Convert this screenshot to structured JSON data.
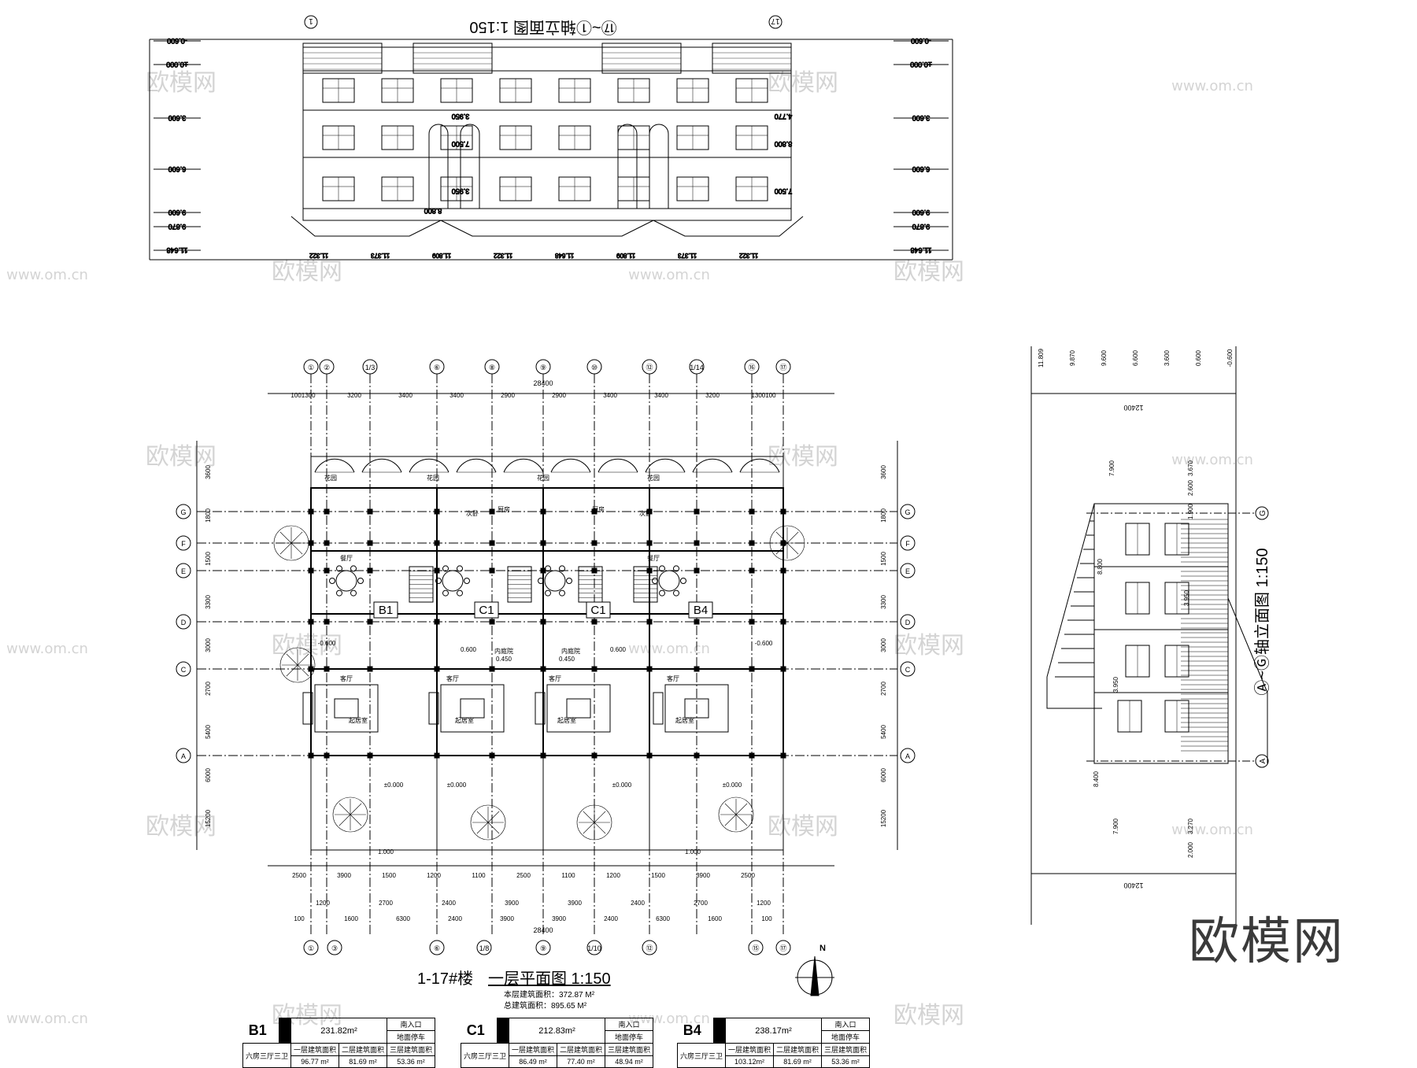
{
  "titles": {
    "elevation_top": "⑰~①轴立面图  1:150",
    "elevation_side": "Ⓐ~Ⓖ轴立面图  1:150",
    "plan_building": "1-17#楼",
    "plan_name": "一层平面图  1:150"
  },
  "areas": {
    "floor_label": "本层建筑面积：",
    "floor_value": "372.87 M²",
    "total_label": "总建筑面积：",
    "total_value": "895.65 M²"
  },
  "grid_axes": {
    "top_numbers": [
      "①",
      "②",
      "1/3",
      "⑥",
      "⑧",
      "⑨",
      "⑩",
      "⑫",
      "1/14",
      "⑯",
      "⑰"
    ],
    "bottom_numbers": [
      "①",
      "③",
      "⑥",
      "1/8",
      "⑨",
      "1/10",
      "⑫",
      "⑮",
      "⑰"
    ],
    "letters": [
      "G",
      "F",
      "E",
      "D",
      "C",
      "A"
    ]
  },
  "dimensions": {
    "top_overall": "28400",
    "top_row1": [
      "1001300",
      "3200",
      "3400",
      "3400",
      "2900",
      "2900",
      "3400",
      "3400",
      "3200",
      "1300100"
    ],
    "bottom_row": [
      "2500",
      "3900",
      "1500",
      "1200",
      "1100",
      "2500",
      "1100",
      "1200",
      "1500",
      "3900",
      "2500"
    ],
    "bottom_row2": [
      "1200",
      "2700",
      "2400",
      "3900",
      "3900",
      "2400",
      "2700",
      "1200"
    ],
    "bottom_row3": [
      "100",
      "1600",
      "6300",
      "2400",
      "3900",
      "3900",
      "2400",
      "6300",
      "1600",
      "100"
    ],
    "bottom_overall": "28400",
    "left_side": [
      "3600",
      "1800",
      "1500",
      "3300",
      "3000",
      "2700",
      "5400",
      "6000",
      "15200"
    ],
    "side_elev_top": "12400",
    "side_elev_bottom": "12400"
  },
  "levels": {
    "elev_left": [
      "-0.600",
      "±0.000",
      "3.600",
      "6.600",
      "9.600",
      "9.870",
      "11.648"
    ],
    "elev_right": [
      "-0.600",
      "±0.000",
      "3.600",
      "6.600",
      "9.600",
      "9.870",
      "11.648"
    ],
    "elev_marks": [
      "3.950",
      "4.770",
      "7.500",
      "8.800",
      "3.950",
      "7.500",
      "8.800"
    ],
    "elev_bottom": [
      "11.322",
      "11.373",
      "11.809",
      "11.322",
      "11.648",
      "11.809",
      "11.373",
      "11.322"
    ],
    "side_top": [
      "11.809",
      "9.870",
      "9.600",
      "6.600",
      "3.600",
      "0.600",
      "-0.600"
    ],
    "side_marks": [
      "7.900",
      "3.670",
      "2.600",
      "1.900",
      "8.800",
      "3.950",
      "3.950",
      "8.400",
      "7.900",
      "3.270",
      "2.000"
    ]
  },
  "units": [
    {
      "code": "B1",
      "area": "231.82m²",
      "type": "六房三厅三卫",
      "entry": "南入口",
      "parking": "地面停车",
      "f1_label": "一层建筑面积",
      "f2_label": "二层建筑面积",
      "f3_label": "三层建筑面积",
      "f1": "96.77 m²",
      "f2": "81.69 m²",
      "f3": "53.36 m²"
    },
    {
      "code": "C1",
      "area": "212.83m²",
      "type": "六房三厅三卫",
      "entry": "南入口",
      "parking": "地面停车",
      "f1_label": "一层建筑面积",
      "f2_label": "二层建筑面积",
      "f3_label": "三层建筑面积",
      "f1": "86.49 m²",
      "f2": "77.40 m²",
      "f3": "48.94 m²"
    },
    {
      "code": "B4",
      "area": "238.17m²",
      "type": "六房三厅三卫",
      "entry": "南入口",
      "parking": "地面停车",
      "f1_label": "一层建筑面积",
      "f2_label": "二层建筑面积",
      "f3_label": "三层建筑面积",
      "f1": "103.12m²",
      "f2": "81.69 m²",
      "f3": "53.36 m²"
    }
  ],
  "plan_labels": {
    "units": [
      "B1",
      "C1",
      "C1",
      "B4"
    ],
    "rooms": [
      "花园",
      "花园",
      "花园",
      "花园",
      "客厅",
      "客厅",
      "客厅",
      "客厅",
      "起居室",
      "起居室",
      "起居室",
      "起居室",
      "餐厅",
      "餐厅",
      "厨房",
      "厨房",
      "内庭院",
      "内庭院",
      "次卧",
      "次卧"
    ],
    "levels": [
      "±0.000",
      "±0.000",
      "±0.000",
      "±0.000",
      "-0.600",
      "-0.600",
      "0.450",
      "0.450",
      "1.000",
      "1.000",
      "0.600",
      "0.600"
    ]
  },
  "watermark": {
    "text": "欧模网",
    "site": "www.om.cn",
    "big": "欧模网"
  }
}
